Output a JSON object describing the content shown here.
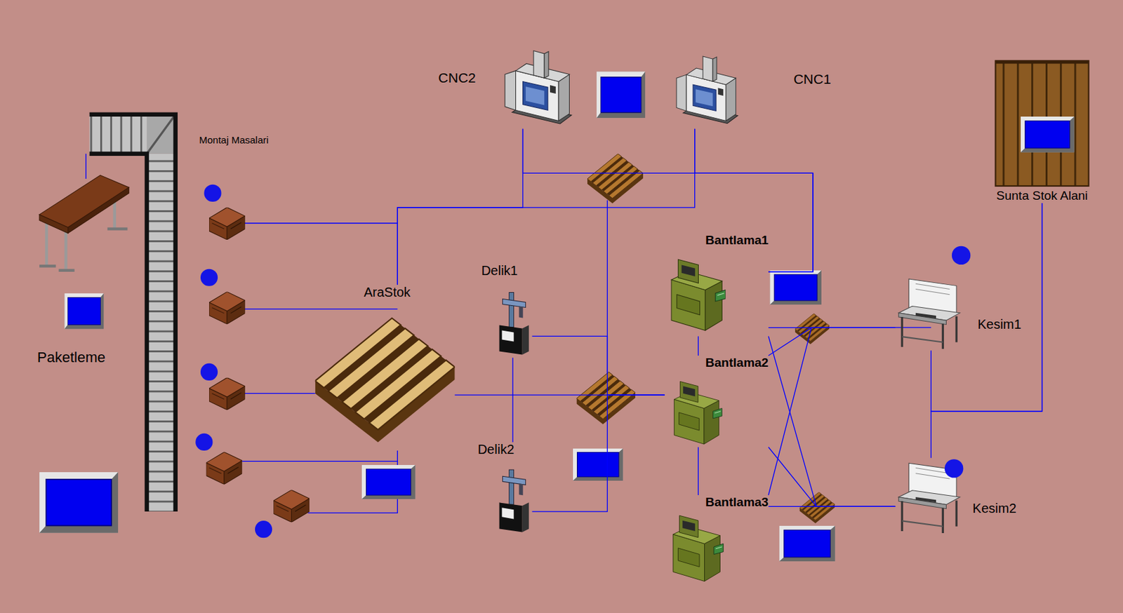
{
  "diagram": {
    "nodes": [
      {
        "text": [
          "CNC2"
        ]
      },
      {
        "text": [
          "CNC1"
        ]
      },
      {
        "text": [
          "Sunta Stok Alani"
        ]
      },
      {
        "text": [
          "Bantlama1"
        ]
      },
      {
        "text": [
          "AraStok"
        ]
      },
      {
        "text": [
          "Delik1"
        ]
      },
      {
        "text": [
          "Kesim1"
        ]
      },
      {
        "text": [
          "Bantlama2"
        ]
      },
      {
        "text": [
          "Paketleme"
        ]
      },
      {
        "text": [
          "Delik2"
        ]
      },
      {
        "text": [
          "Bantlama3"
        ]
      },
      {
        "text": [
          "Kesim2"
        ]
      }
    ],
    "edges": [
      {
        "from": 2,
        "to": 6,
        "arrow": "none"
      },
      {
        "from": 2,
        "to": 11,
        "arrow": "none"
      },
      {
        "from": 6,
        "to": 3,
        "arrow": "none"
      },
      {
        "from": 6,
        "to": 7,
        "arrow": "none"
      },
      {
        "from": 6,
        "to": 10,
        "arrow": "none"
      },
      {
        "from": 11,
        "to": 3,
        "arrow": "none"
      },
      {
        "from": 11,
        "to": 7,
        "arrow": "none"
      },
      {
        "from": 11,
        "to": 10,
        "arrow": "none"
      },
      {
        "from": 7,
        "to": 4,
        "arrow": "none"
      },
      {
        "from": 7,
        "to": 5,
        "arrow": "none"
      },
      {
        "from": 7,
        "to": 9,
        "arrow": "none"
      },
      {
        "from": 3,
        "to": 1,
        "arrow": "none"
      },
      {
        "from": 3,
        "to": 0,
        "arrow": "none"
      },
      {
        "from": 1,
        "to": 4,
        "arrow": "none"
      },
      {
        "from": 0,
        "to": 4,
        "arrow": "none"
      },
      {
        "from": 5,
        "to": 9,
        "arrow": "none"
      },
      {
        "from": 3,
        "to": 7,
        "arrow": "none"
      },
      {
        "from": 7,
        "to": 10,
        "arrow": "none"
      }
    ],
    "labels": [
      "Montaj Masalari"
    ]
  }
}
